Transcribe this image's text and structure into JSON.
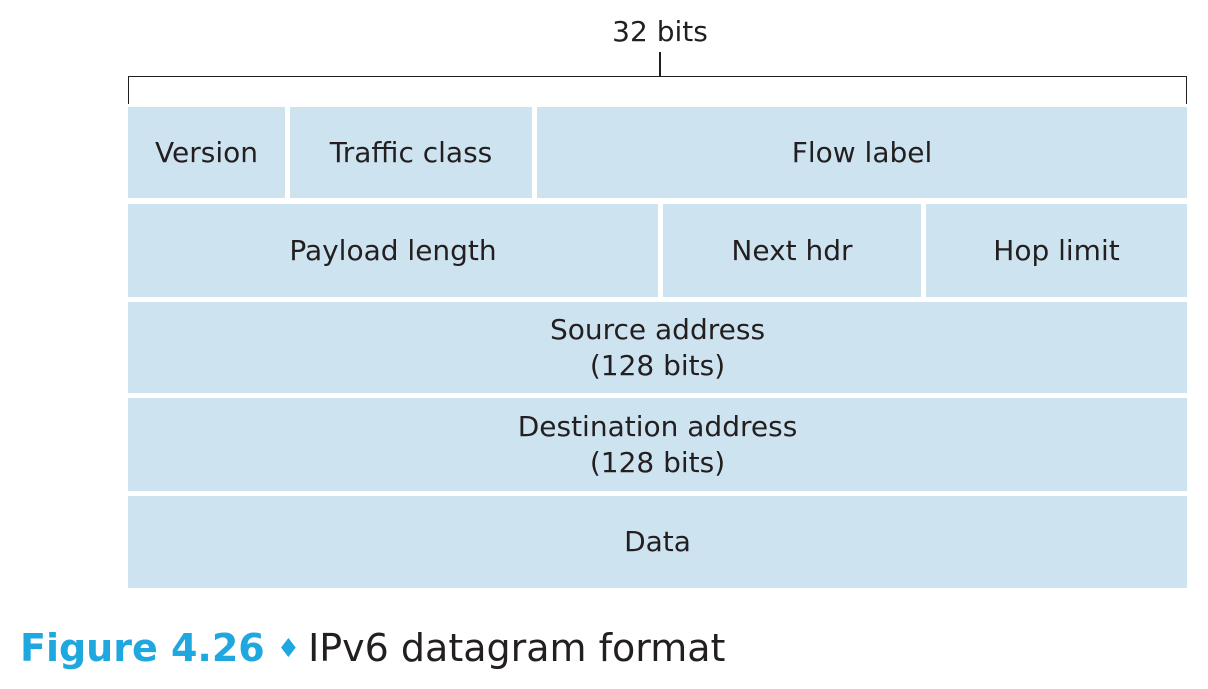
{
  "width_label": "32 bits",
  "fields": {
    "version": "Version",
    "traffic_class": "Traffic class",
    "flow_label": "Flow label",
    "payload_length": "Payload length",
    "next_hdr": "Next hdr",
    "hop_limit": "Hop limit",
    "source_address": {
      "name": "Source address",
      "size": "(128 bits)"
    },
    "destination_address": {
      "name": "Destination address",
      "size": "(128 bits)"
    },
    "data": "Data"
  },
  "caption": {
    "number": "Figure 4.26",
    "separator": "♦",
    "title": "IPv6 datagram format"
  },
  "colors": {
    "field_fill": "#cde3f0",
    "caption_accent": "#1fa7df",
    "text": "#231f20"
  }
}
